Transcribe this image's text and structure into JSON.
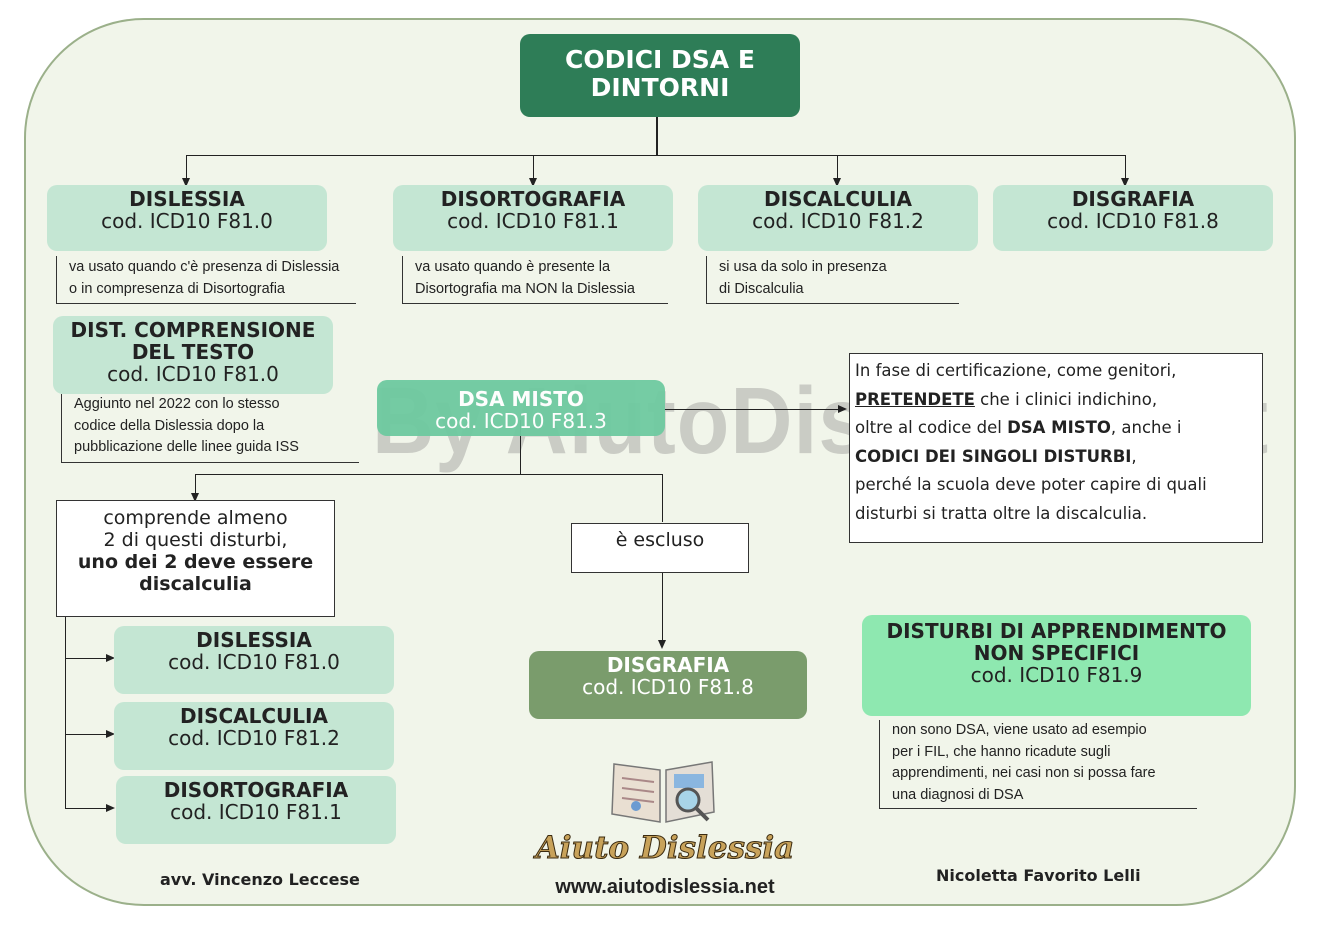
{
  "title": "CODICI DSA E DINTORNI",
  "top_boxes": [
    {
      "title": "DISLESSIA",
      "code": "cod. ICD10  F81.0"
    },
    {
      "title": "DISORTOGRAFIA",
      "code": "cod. ICD10  F81.1"
    },
    {
      "title": "DISCALCULIA",
      "code": "cod. ICD10  F81.2"
    },
    {
      "title": "DISGRAFIA",
      "code": "cod. ICD10  F81.8"
    }
  ],
  "top_notes": [
    {
      "line1": "va usato quando c'è presenza di Dislessia",
      "line2": "o in compresenza di Disortografia"
    },
    {
      "line1": "va usato quando è presente la",
      "line2": "Disortografia ma NON la Dislessia"
    },
    {
      "line1": "si usa da solo in presenza",
      "line2": "di Discalculia"
    }
  ],
  "comprensione": {
    "title1": "DIST. COMPRENSIONE",
    "title2": "DEL TESTO",
    "code": "cod. ICD10  F81.0",
    "note": [
      "Aggiunto nel 2022 con lo stesso",
      "codice della  Dislessia dopo la",
      "pubblicazione delle linee guida ISS"
    ]
  },
  "misto": {
    "title": "DSA MISTO",
    "code": "cod. ICD10  F81.3"
  },
  "watermark": "By AiutoDislessia.net",
  "certificazione": {
    "l1": "In fase di certificazione, come genitori,",
    "l2_b": "PRETENDETE",
    "l2": " che i clinici indichino,",
    "l3": "oltre al codice del ",
    "l3_b": "DSA MISTO",
    "l3_end": ", anche i",
    "l4_b": "CODICI DEI  SINGOLI DISTURBI",
    "l4_end": ",",
    "l5": "perché la scuola deve poter capire di quali",
    "l6": "disturbi si tratta oltre la  discalculia."
  },
  "comprende": {
    "l1": "comprende almeno",
    "l2": "2 di questi disturbi,",
    "l3": "uno dei 2 deve essere",
    "l4": "discalculia"
  },
  "sub_boxes": [
    {
      "title": "DISLESSIA",
      "code": "cod. ICD10  F81.0"
    },
    {
      "title": "DISCALCULIA",
      "code": "cod. ICD10  F81.2"
    },
    {
      "title": "DISORTOGRAFIA",
      "code": "cod. ICD10  F81.1"
    }
  ],
  "escluso": "è escluso",
  "disgrafia_excl": {
    "title": "DISGRAFIA",
    "code": "cod. ICD10  F81.8"
  },
  "non_specifici": {
    "title1": "DISTURBI DI APPRENDIMENTO",
    "title2": "NON SPECIFICI",
    "code": "cod. ICD10  F81.9"
  },
  "non_specifici_note": [
    "non sono DSA, viene usato ad esempio",
    "per i FIL, che hanno ricadute sugli",
    "apprendimenti, nei casi non si possa fare",
    "una diagnosi di DSA"
  ],
  "author_left": "avv. Vincenzo Leccese",
  "author_right": "Nicoletta Favorito Lelli",
  "logo_text": "Aiuto Dislessia",
  "website": "www.aiutodislessia.net",
  "colors": {
    "title_bg": "#2e7d57",
    "box_bg": "#c4e6d3",
    "misto_bg": "#6ec9a0",
    "excl_bg": "#7a9c6c",
    "nonspec_bg": "#8ee8b0",
    "frame_bg": "#f1f5ea"
  }
}
